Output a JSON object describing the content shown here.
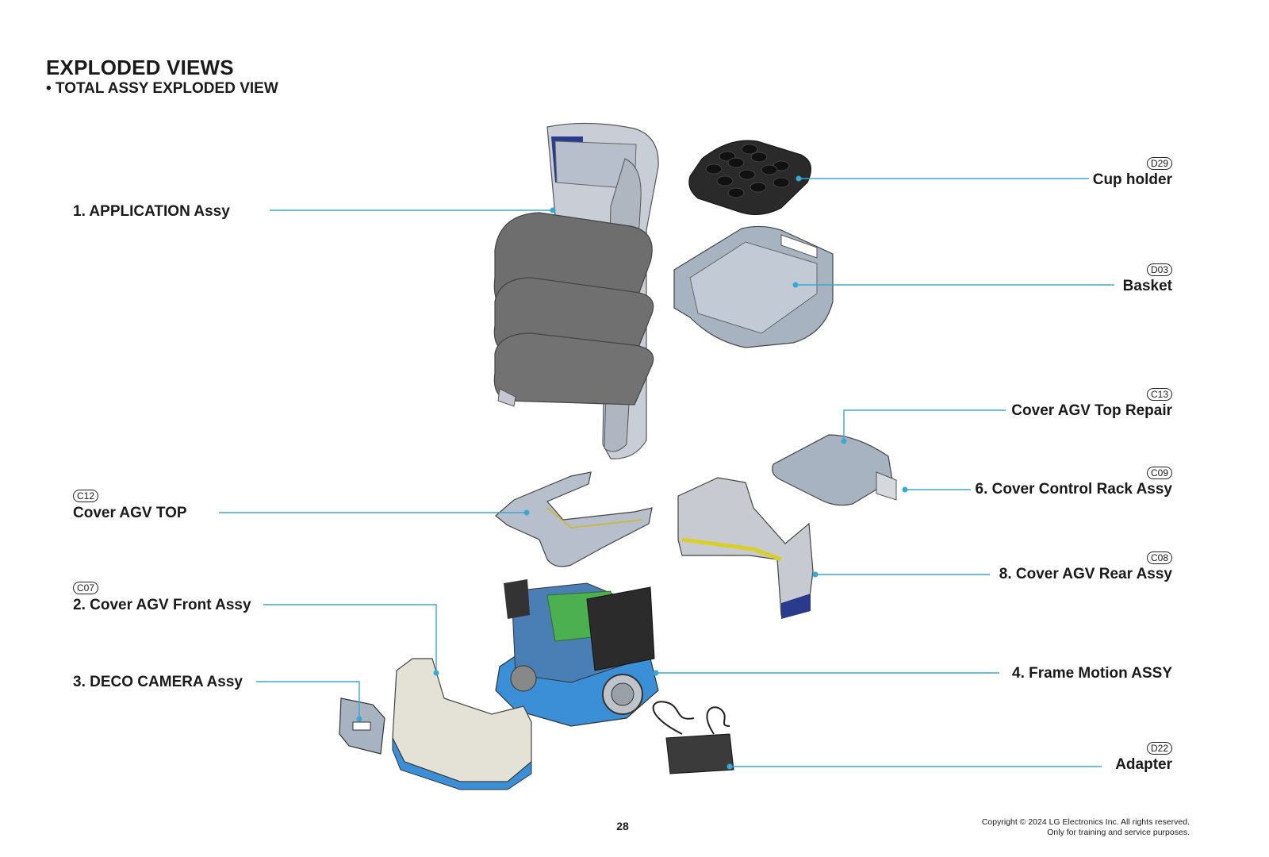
{
  "header": {
    "title": "EXPLODED VIEWS",
    "subtitle": "• TOTAL ASSY EXPLODED VIEW"
  },
  "parts_left": [
    {
      "code": "",
      "label": "1. APPLICATION Assy"
    },
    {
      "code": "C12",
      "label": "Cover AGV TOP"
    },
    {
      "code": "C07",
      "label": "2. Cover AGV Front Assy"
    },
    {
      "code": "",
      "label": "3. DECO CAMERA Assy"
    }
  ],
  "parts_right": [
    {
      "code": "D29",
      "label": "Cup holder"
    },
    {
      "code": "D03",
      "label": "Basket"
    },
    {
      "code": "C13",
      "label": "Cover AGV Top Repair"
    },
    {
      "code": "C09",
      "label": "6. Cover Control Rack Assy"
    },
    {
      "code": "C08",
      "label": "8. Cover AGV Rear Assy"
    },
    {
      "code": "",
      "label": "4. Frame Motion ASSY"
    },
    {
      "code": "D22",
      "label": "Adapter"
    }
  ],
  "footer": {
    "page_number": "28",
    "copyright_line1": "Copyright © 2024 LG Electronics Inc. All rights reserved.",
    "copyright_line2": "Only for training and service purposes."
  },
  "colors": {
    "leader_line": "#3aa8d0",
    "part_grey": "#a8b3c2",
    "shelf_dark": "#6e6e6e",
    "accent_navy": "#2a3a8c",
    "base_blue": "#3a8fd6",
    "pcb_green": "#4caf50",
    "cup_holder_black": "#2a2a2a"
  }
}
